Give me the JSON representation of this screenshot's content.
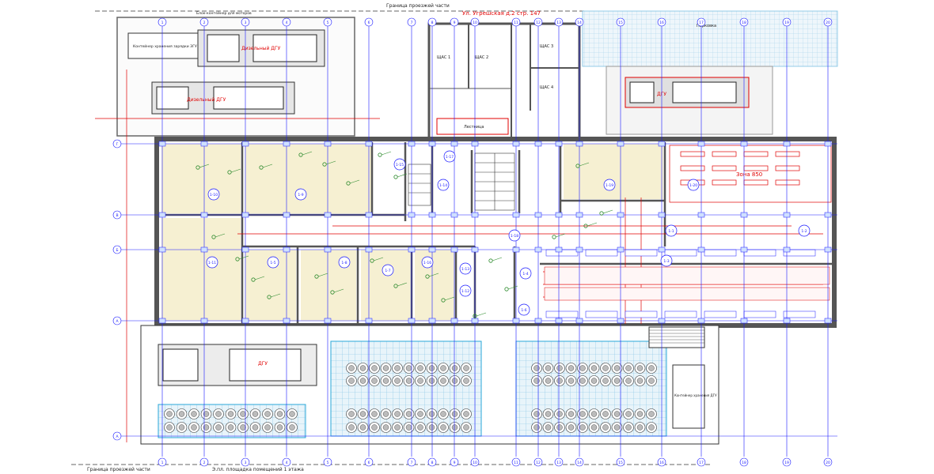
{
  "labels": {
    "property_border_top": "Граница проезжей части",
    "property_border_bottom": "Граница проезжей части",
    "street": "Ул. Угрешская д.2 стр. 147",
    "outside_note": "Блок-контейнер для моторов",
    "container_tl": "Контейнер хранения зарядки ЭГУ",
    "container_right_bottom": "Контейнер хранения ДГУ",
    "dgu_tl_1": "Дизельный ДГУ",
    "dgu_tl_2": "Дизельный ДГУ",
    "dgu_tr": "ДГУ",
    "dgu_bottom": "ДГУ",
    "parking_right": "Парковка",
    "stair_room": "Лестница",
    "rooms_top": [
      "ЩАС 1",
      "ЩАС 2",
      "ЩАС 3",
      "ЩАС 4"
    ],
    "footer_note": "Э.пл. площадка помещений 1 этажа",
    "zone_label": "Зона 850"
  },
  "axis": {
    "top": [
      "1",
      "2",
      "3",
      "4",
      "5",
      "6",
      "7",
      "8",
      "9",
      "10",
      "11",
      "12",
      "13",
      "14",
      "15",
      "16",
      "17",
      "18",
      "19",
      "20"
    ],
    "bottom": [
      "1",
      "2",
      "3",
      "4",
      "5",
      "6",
      "7",
      "8",
      "9",
      "10",
      "11",
      "12",
      "13",
      "14",
      "15",
      "16",
      "17",
      "18",
      "19",
      "20"
    ],
    "left": [
      "Г",
      "В",
      "Б",
      "А",
      "А"
    ]
  },
  "room_tags": [
    "1-10",
    "1-9",
    "1-11",
    "1-5",
    "1-8",
    "1-7",
    "1-16",
    "1-12",
    "1-13",
    "1-14",
    "1-15",
    "1-17",
    "1-18",
    "1-19",
    "1-20",
    "1-1",
    "1-2",
    "1-3",
    "1-4",
    "1-6"
  ],
  "colors": {
    "axis": "#1a1aff",
    "wall": "#555555",
    "cable": "#e00000",
    "eq_green": "#2e8b2e",
    "room_fill": "#f6f0d2",
    "grid_cyan": "#2aa7d8"
  }
}
